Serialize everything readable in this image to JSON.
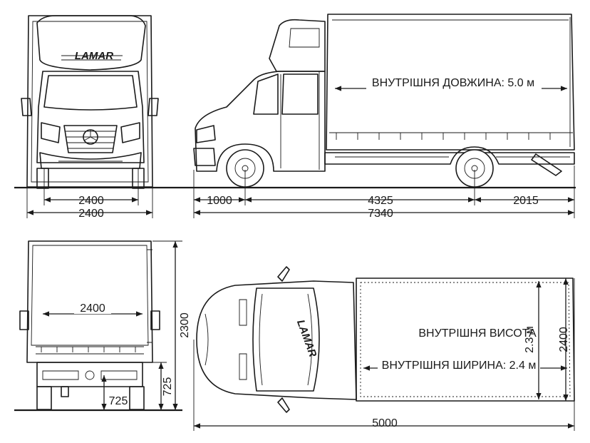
{
  "dimensions": {
    "front_width_inner": "2400",
    "front_width_outer": "2400",
    "side_front_overhang": "1000",
    "side_wheelbase": "4325",
    "side_rear_overhang": "2015",
    "side_total_length": "7340",
    "rear_width": "2400",
    "rear_height": "2300",
    "rear_platform_height": "725",
    "rear_floor_height": "725",
    "top_total_length": "5000",
    "top_width": "2400",
    "top_inner_height": "2.3 м"
  },
  "labels": {
    "inner_length": "ВНУТРІШНЯ ДОВЖИНА: 5.0 м",
    "inner_height": "ВНУТРІШНЯ ВИСОТА",
    "inner_width": "ВНУТРІШНЯ ШИРИНА: 2.4 м",
    "brand": "LAMAR"
  }
}
